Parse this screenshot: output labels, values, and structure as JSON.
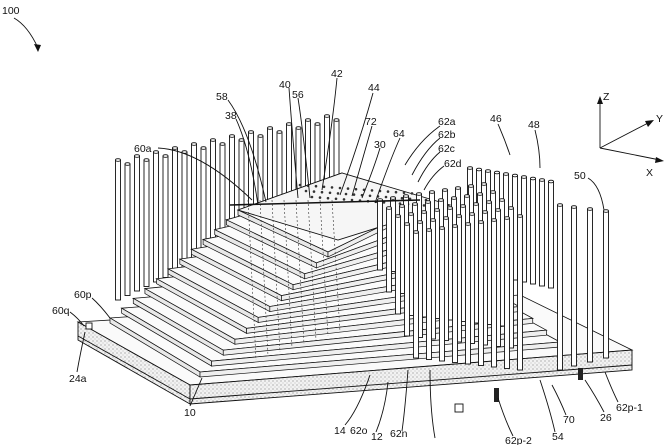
{
  "figure": {
    "number": "100",
    "axes": {
      "z": "Z",
      "y": "Y",
      "x": "X"
    },
    "reference_labels": [
      {
        "id": "60a",
        "text": "60a"
      },
      {
        "id": "58",
        "text": "58"
      },
      {
        "id": "38",
        "text": "38"
      },
      {
        "id": "40",
        "text": "40"
      },
      {
        "id": "56",
        "text": "56"
      },
      {
        "id": "42",
        "text": "42"
      },
      {
        "id": "44",
        "text": "44"
      },
      {
        "id": "72",
        "text": "72"
      },
      {
        "id": "30",
        "text": "30"
      },
      {
        "id": "64",
        "text": "64"
      },
      {
        "id": "62a",
        "text": "62a"
      },
      {
        "id": "62b",
        "text": "62b"
      },
      {
        "id": "62c",
        "text": "62c"
      },
      {
        "id": "62d",
        "text": "62d"
      },
      {
        "id": "46",
        "text": "46"
      },
      {
        "id": "48",
        "text": "48"
      },
      {
        "id": "50",
        "text": "50"
      },
      {
        "id": "60p",
        "text": "60p"
      },
      {
        "id": "60q",
        "text": "60q"
      },
      {
        "id": "24a",
        "text": "24a"
      },
      {
        "id": "10",
        "text": "10"
      },
      {
        "id": "14",
        "text": "14"
      },
      {
        "id": "62o",
        "text": "62o"
      },
      {
        "id": "12",
        "text": "12"
      },
      {
        "id": "62n",
        "text": "62n"
      },
      {
        "id": "62p-2",
        "text": "62p-2"
      },
      {
        "id": "54",
        "text": "54"
      },
      {
        "id": "70",
        "text": "70"
      },
      {
        "id": "26",
        "text": "26"
      },
      {
        "id": "62p-1",
        "text": "62p-1"
      }
    ]
  }
}
